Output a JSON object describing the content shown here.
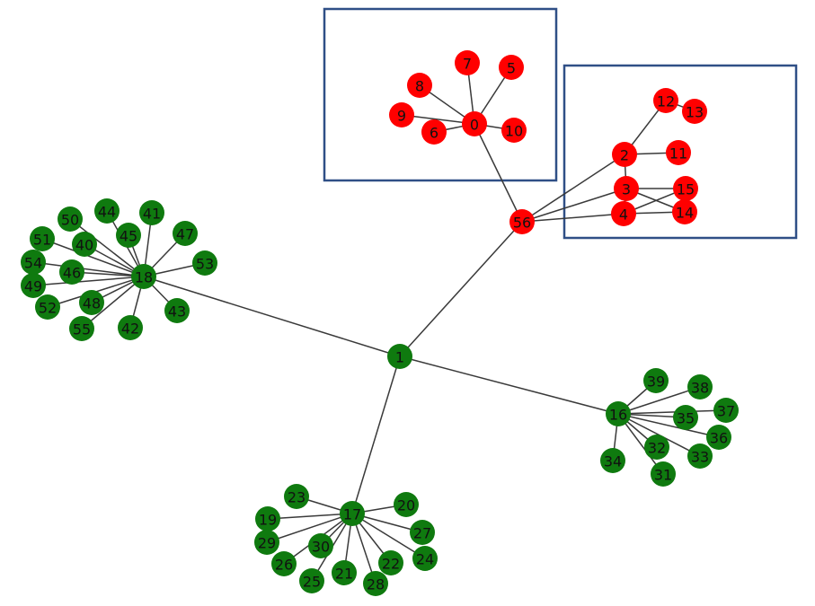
{
  "colors": {
    "red": "#ff0000",
    "green": "#0f7a0f",
    "edge": "#3a3a3a",
    "box": "#2f4f86"
  },
  "boxes": [
    {
      "name": "highlight-box-hub-0"
    },
    {
      "name": "highlight-box-hub-2"
    }
  ],
  "nodes": [
    {
      "id": "0",
      "color": "red"
    },
    {
      "id": "5",
      "color": "red"
    },
    {
      "id": "6",
      "color": "red"
    },
    {
      "id": "7",
      "color": "red"
    },
    {
      "id": "8",
      "color": "red"
    },
    {
      "id": "9",
      "color": "red"
    },
    {
      "id": "10",
      "color": "red"
    },
    {
      "id": "2",
      "color": "red"
    },
    {
      "id": "3",
      "color": "red"
    },
    {
      "id": "4",
      "color": "red"
    },
    {
      "id": "11",
      "color": "red"
    },
    {
      "id": "12",
      "color": "red"
    },
    {
      "id": "13",
      "color": "red"
    },
    {
      "id": "14",
      "color": "red"
    },
    {
      "id": "15",
      "color": "red"
    },
    {
      "id": "56",
      "color": "red"
    },
    {
      "id": "1",
      "color": "green"
    },
    {
      "id": "18",
      "color": "green"
    },
    {
      "id": "16",
      "color": "green"
    },
    {
      "id": "17",
      "color": "green"
    },
    {
      "id": "40",
      "color": "green"
    },
    {
      "id": "41",
      "color": "green"
    },
    {
      "id": "42",
      "color": "green"
    },
    {
      "id": "43",
      "color": "green"
    },
    {
      "id": "44",
      "color": "green"
    },
    {
      "id": "45",
      "color": "green"
    },
    {
      "id": "46",
      "color": "green"
    },
    {
      "id": "47",
      "color": "green"
    },
    {
      "id": "48",
      "color": "green"
    },
    {
      "id": "49",
      "color": "green"
    },
    {
      "id": "50",
      "color": "green"
    },
    {
      "id": "51",
      "color": "green"
    },
    {
      "id": "52",
      "color": "green"
    },
    {
      "id": "53",
      "color": "green"
    },
    {
      "id": "54",
      "color": "green"
    },
    {
      "id": "55",
      "color": "green"
    },
    {
      "id": "31",
      "color": "green"
    },
    {
      "id": "32",
      "color": "green"
    },
    {
      "id": "33",
      "color": "green"
    },
    {
      "id": "34",
      "color": "green"
    },
    {
      "id": "35",
      "color": "green"
    },
    {
      "id": "36",
      "color": "green"
    },
    {
      "id": "37",
      "color": "green"
    },
    {
      "id": "38",
      "color": "green"
    },
    {
      "id": "39",
      "color": "green"
    },
    {
      "id": "19",
      "color": "green"
    },
    {
      "id": "20",
      "color": "green"
    },
    {
      "id": "21",
      "color": "green"
    },
    {
      "id": "22",
      "color": "green"
    },
    {
      "id": "23",
      "color": "green"
    },
    {
      "id": "24",
      "color": "green"
    },
    {
      "id": "25",
      "color": "green"
    },
    {
      "id": "26",
      "color": "green"
    },
    {
      "id": "27",
      "color": "green"
    },
    {
      "id": "28",
      "color": "green"
    },
    {
      "id": "29",
      "color": "green"
    },
    {
      "id": "30",
      "color": "green"
    }
  ],
  "edges": [
    [
      "0",
      "5"
    ],
    [
      "0",
      "6"
    ],
    [
      "0",
      "7"
    ],
    [
      "0",
      "8"
    ],
    [
      "0",
      "9"
    ],
    [
      "0",
      "10"
    ],
    [
      "0",
      "56"
    ],
    [
      "2",
      "12"
    ],
    [
      "2",
      "11"
    ],
    [
      "2",
      "3"
    ],
    [
      "2",
      "56"
    ],
    [
      "12",
      "13"
    ],
    [
      "3",
      "4"
    ],
    [
      "3",
      "15"
    ],
    [
      "3",
      "14"
    ],
    [
      "3",
      "56"
    ],
    [
      "4",
      "15"
    ],
    [
      "4",
      "14"
    ],
    [
      "4",
      "56"
    ],
    [
      "1",
      "56"
    ],
    [
      "1",
      "18"
    ],
    [
      "1",
      "16"
    ],
    [
      "1",
      "17"
    ],
    [
      "18",
      "40"
    ],
    [
      "18",
      "41"
    ],
    [
      "18",
      "42"
    ],
    [
      "18",
      "43"
    ],
    [
      "18",
      "44"
    ],
    [
      "18",
      "45"
    ],
    [
      "18",
      "46"
    ],
    [
      "18",
      "47"
    ],
    [
      "18",
      "48"
    ],
    [
      "18",
      "49"
    ],
    [
      "18",
      "50"
    ],
    [
      "18",
      "51"
    ],
    [
      "18",
      "52"
    ],
    [
      "18",
      "53"
    ],
    [
      "18",
      "54"
    ],
    [
      "18",
      "55"
    ],
    [
      "16",
      "31"
    ],
    [
      "16",
      "32"
    ],
    [
      "16",
      "33"
    ],
    [
      "16",
      "34"
    ],
    [
      "16",
      "35"
    ],
    [
      "16",
      "36"
    ],
    [
      "16",
      "37"
    ],
    [
      "16",
      "38"
    ],
    [
      "16",
      "39"
    ],
    [
      "17",
      "19"
    ],
    [
      "17",
      "20"
    ],
    [
      "17",
      "21"
    ],
    [
      "17",
      "22"
    ],
    [
      "17",
      "23"
    ],
    [
      "17",
      "24"
    ],
    [
      "17",
      "25"
    ],
    [
      "17",
      "26"
    ],
    [
      "17",
      "27"
    ],
    [
      "17",
      "28"
    ],
    [
      "17",
      "29"
    ],
    [
      "17",
      "30"
    ]
  ]
}
